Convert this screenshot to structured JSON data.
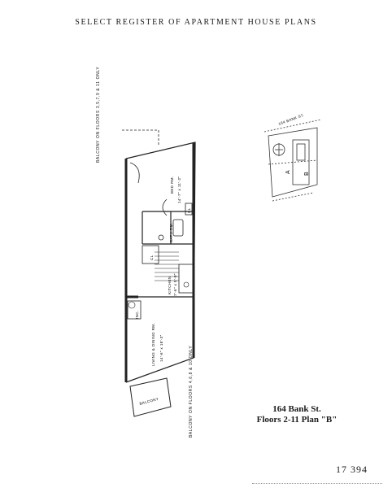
{
  "header": {
    "title": "SELECT REGISTER OF APARTMENT HOUSE PLANS"
  },
  "plan": {
    "balcony_note_top": "BALCONY ON FLOORS 3,5,7,9 & 11 ONLY",
    "balcony_note_bottom": "BALCONY ON FLOORS 4,6,8 & 10 ONLY",
    "rooms": {
      "bedroom": "BED RM.",
      "bedroom_size": "14'-7\" x 11'-2\"",
      "bath": "BATH RM.",
      "closet": "CL",
      "living": "LIVING & DINING RM.",
      "living_size": "14'-6\" x 18'-3\"",
      "kitchen": "KITCHEN",
      "kitchen_size": "7'-6\" x 5'-0\"",
      "inc": "INC.",
      "balcony": "BALCONY"
    }
  },
  "site": {
    "street": "164 BANK ST.",
    "marks": [
      "A",
      "B"
    ]
  },
  "caption": {
    "line1": "164 Bank St.",
    "line2": "Floors 2-11 Plan \"B\""
  },
  "page": {
    "left": "17",
    "right": "394"
  }
}
